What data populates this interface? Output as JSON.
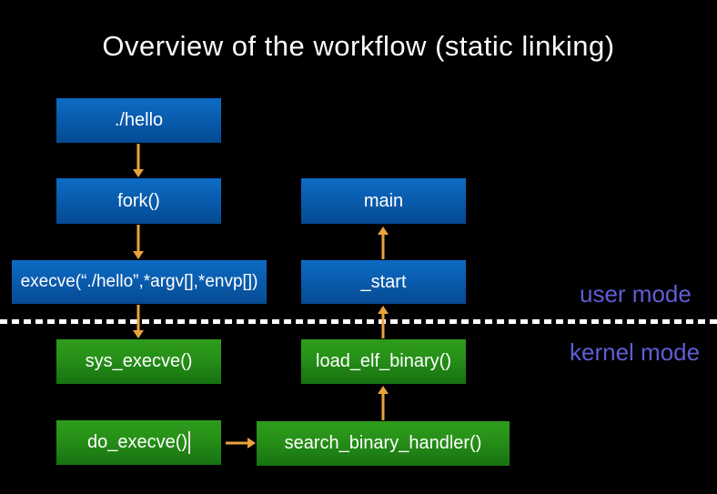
{
  "title": "Overview of the workflow (static linking)",
  "mode_labels": {
    "user": "user mode",
    "kernel": "kernel mode"
  },
  "nodes": {
    "hello": "./hello",
    "fork": "fork()",
    "execve": "execve(“./hello”,*argv[],*envp[])",
    "main": "main",
    "start": "_start",
    "sys_execve": "sys_execve()",
    "load_elf_binary": "load_elf_binary()",
    "do_execve": "do_execve()",
    "search_binary_handler": "search_binary_handler()"
  },
  "edges": [
    {
      "from": "hello",
      "to": "fork",
      "direction": "down"
    },
    {
      "from": "fork",
      "to": "execve",
      "direction": "down"
    },
    {
      "from": "execve",
      "to": "sys_execve",
      "direction": "down"
    },
    {
      "from": "start",
      "to": "main",
      "direction": "up"
    },
    {
      "from": "load_elf_binary",
      "to": "start",
      "direction": "up"
    },
    {
      "from": "search_binary_handler",
      "to": "load_elf_binary",
      "direction": "up"
    },
    {
      "from": "do_execve",
      "to": "search_binary_handler",
      "direction": "right"
    }
  ],
  "colors": {
    "background": "#000000",
    "user_box_top": "#0d6cc4",
    "user_box_bottom": "#054a92",
    "kernel_box_top": "#2f9c1d",
    "kernel_box_bottom": "#177211",
    "arrow": "#eaa33c",
    "mode_label": "#5f5dd3",
    "divider": "#ffffff",
    "title_text": "#fafafa",
    "box_text": "#ffffff"
  }
}
